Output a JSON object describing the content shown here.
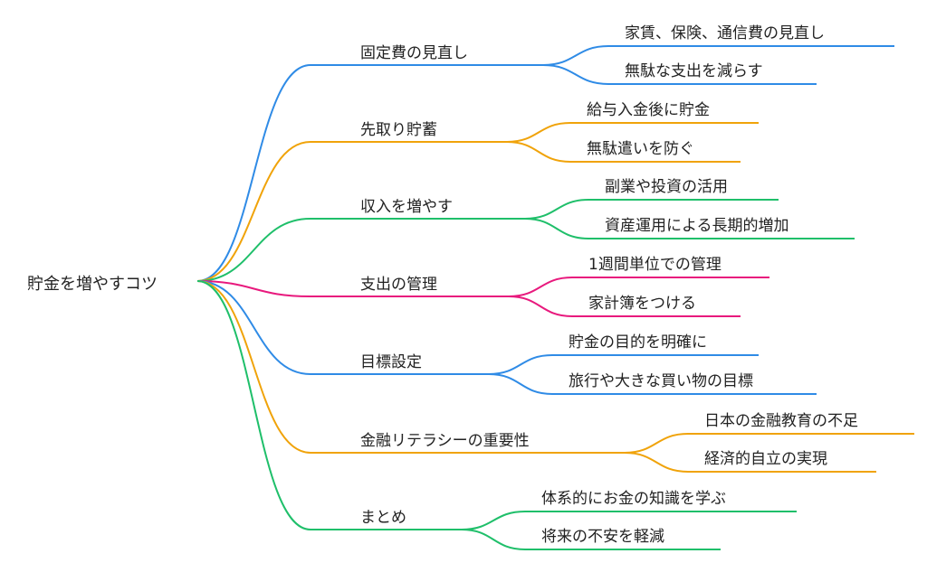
{
  "root": {
    "label": "貯金を増やすコツ"
  },
  "branches": [
    {
      "label": "固定費の見直し",
      "color": "#2f8be6",
      "children": [
        "家賃、保険、通信費の見直し",
        "無駄な支出を減らす"
      ]
    },
    {
      "label": "先取り貯蓄",
      "color": "#f0a30a",
      "children": [
        "給与入金後に貯金",
        "無駄遣いを防ぐ"
      ]
    },
    {
      "label": "収入を増やす",
      "color": "#1fbf6a",
      "children": [
        "副業や投資の活用",
        "資産運用による長期的増加"
      ]
    },
    {
      "label": "支出の管理",
      "color": "#e8197d",
      "children": [
        "1週間単位での管理",
        "家計簿をつける"
      ]
    },
    {
      "label": "目標設定",
      "color": "#2f8be6",
      "children": [
        "貯金の目的を明確に",
        "旅行や大きな買い物の目標"
      ]
    },
    {
      "label": "金融リテラシーの重要性",
      "color": "#f0a30a",
      "children": [
        "日本の金融教育の不足",
        "経済的自立の実現"
      ]
    },
    {
      "label": "まとめ",
      "color": "#1fbf6a",
      "children": [
        "体系的にお金の知識を学ぶ",
        "将来の不安を軽減"
      ]
    }
  ]
}
